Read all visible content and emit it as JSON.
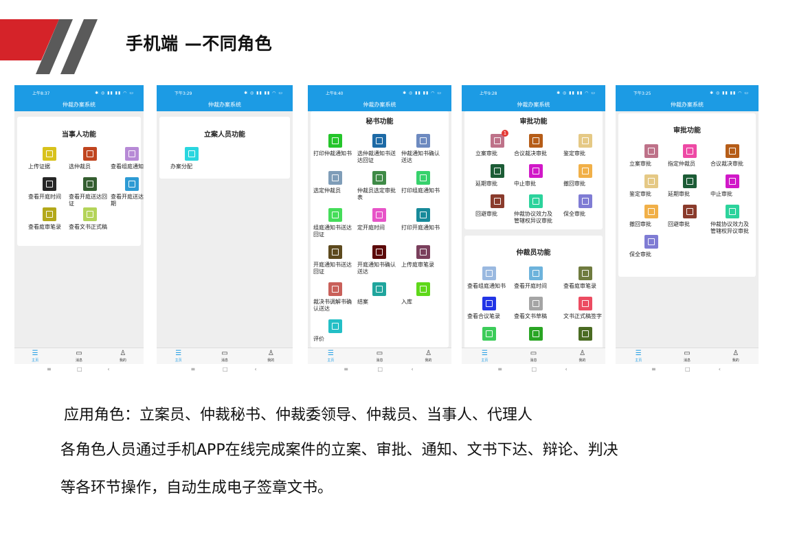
{
  "slide": {
    "title": "手机端 —不同角色",
    "line1": "应用角色：立案员、仲裁秘书、仲裁委领导、仲裁员、当事人、代理人",
    "line2": "各角色人员通过手机APP在线完成案件的立案、审批、通知、文书下达、辩论、判决",
    "line3": "等各环节操作，自动生成电子签章文书。"
  },
  "colors": {
    "brand_blue": "#1c9be4",
    "deco_red": "#d52329",
    "deco_gray": "#5a5a5a"
  },
  "tabbar_labels": [
    "主页",
    "消息",
    "我的"
  ],
  "phones": [
    {
      "time": "上午8:37",
      "app_title": "仲裁办案系统",
      "sections": [
        {
          "title": "当事人功能",
          "items": [
            {
              "label": "上传证据",
              "color": "#d8c21c",
              "icon": "upload-icon"
            },
            {
              "label": "选仲裁员",
              "color": "#c0451f",
              "icon": "user-icon"
            },
            {
              "label": "查看组庭通知书",
              "color": "#b78ad6",
              "icon": "document-icon"
            },
            {
              "label": "查看开庭时间",
              "color": "#262626",
              "icon": "clock-icon"
            },
            {
              "label": "查看开庭送达回证",
              "color": "#355e31",
              "icon": "document-icon"
            },
            {
              "label": "查看开庭送达日期",
              "color": "#2e9bd4",
              "icon": "calendar-icon"
            },
            {
              "label": "查看庭审笔录",
              "color": "#b3a81a",
              "icon": "edit-icon"
            },
            {
              "label": "查看文书正式稿",
              "color": "#b4d45a",
              "icon": "document-icon"
            }
          ]
        }
      ]
    },
    {
      "time": "下午3:29",
      "app_title": "仲裁办案系统",
      "sections": [
        {
          "title": "立案人员功能",
          "items": [
            {
              "label": "办案分配",
              "color": "#2ad6df",
              "icon": "edit-icon"
            }
          ]
        }
      ]
    },
    {
      "time": "上午8:40",
      "app_title": "仲裁办案系统",
      "sections": [
        {
          "title": "秘书功能",
          "items": [
            {
              "label": "打印仲裁通知书",
              "color": "#24c52a",
              "icon": "printer-icon"
            },
            {
              "label": "选仲裁通知书送达回证",
              "color": "#1d6aa6",
              "icon": "mail-icon"
            },
            {
              "label": "仲裁通知书确认送达",
              "color": "#6d8ac0",
              "icon": "document-icon"
            },
            {
              "label": "选定仲裁员",
              "color": "#7f9db8",
              "icon": "user-icon"
            },
            {
              "label": "仲裁员选定审批表",
              "color": "#3f8b47",
              "icon": "edit-icon"
            },
            {
              "label": "打印组庭通知书",
              "color": "#37d26c",
              "icon": "printer-icon"
            },
            {
              "label": "组庭通知书送达回证",
              "color": "#45dd5a",
              "icon": "mail-icon"
            },
            {
              "label": "定开庭时间",
              "color": "#e754c8",
              "icon": "clock-icon"
            },
            {
              "label": "打印开庭通知书",
              "color": "#178a9a",
              "icon": "printer-icon"
            },
            {
              "label": "开庭通知书送达回证",
              "color": "#5d4a1e",
              "icon": "mail-icon"
            },
            {
              "label": "开庭通知书确认送达",
              "color": "#5c0a0a",
              "icon": "document-icon"
            },
            {
              "label": "上传庭审笔录",
              "color": "#7a3f5c",
              "icon": "upload-icon"
            },
            {
              "label": "裁决书调解书确认送达",
              "color": "#c9605a",
              "icon": "document-icon"
            },
            {
              "label": "结案",
              "color": "#1fa59d",
              "icon": "gavel-icon"
            },
            {
              "label": "入库",
              "color": "#5fd81a",
              "icon": "archive-icon"
            },
            {
              "label": "评价",
              "color": "#23bfc6",
              "icon": "bank-icon"
            }
          ]
        }
      ]
    },
    {
      "time": "上午9:28",
      "app_title": "仲裁办案系统",
      "sections": [
        {
          "title": "审批功能",
          "items": [
            {
              "label": "立案审批",
              "color": "#be7289",
              "icon": "stamp-icon",
              "badge": "1"
            },
            {
              "label": "合议裁决审批",
              "color": "#b65d18",
              "icon": "gavel-icon"
            },
            {
              "label": "鉴定审批",
              "color": "#e5c985",
              "icon": "stamp-icon"
            },
            {
              "label": "延期审批",
              "color": "#1c5c36",
              "icon": "stamp-icon"
            },
            {
              "label": "中止审批",
              "color": "#d118c8",
              "icon": "stamp-icon"
            },
            {
              "label": "撤回审批",
              "color": "#f1b048",
              "icon": "stamp-icon"
            },
            {
              "label": "回避审批",
              "color": "#8a3b2c",
              "icon": "stamp-icon"
            },
            {
              "label": "仲裁协议效力及管辖权异议审批",
              "color": "#2cd39c",
              "icon": "stamp-icon"
            },
            {
              "label": "保全审批",
              "color": "#7f7cd4",
              "icon": "stamp-icon"
            }
          ]
        },
        {
          "title": "仲裁员功能",
          "items": [
            {
              "label": "查看组庭通知书",
              "color": "#9ab9e0",
              "icon": "document-icon"
            },
            {
              "label": "查看开庭时间",
              "color": "#6db3dc",
              "icon": "clock-icon"
            },
            {
              "label": "查看庭审笔录",
              "color": "#6f7b3f",
              "icon": "edit-icon"
            },
            {
              "label": "查看合议笔录",
              "color": "#2235e6",
              "icon": "edit-icon"
            },
            {
              "label": "查看文书草稿",
              "color": "#a5a5a5",
              "icon": "document-icon"
            },
            {
              "label": "文书正式稿签字",
              "color": "#ec4c61",
              "icon": "edit-icon"
            },
            {
              "label": "",
              "color": "#3ccc5a",
              "icon": "document-icon"
            },
            {
              "label": "",
              "color": "#2aa524",
              "icon": "bank-icon"
            },
            {
              "label": "",
              "color": "#4a6b22",
              "icon": "search-icon"
            }
          ]
        }
      ]
    },
    {
      "time": "下午3:25",
      "app_title": "仲裁办案系统",
      "sections": [
        {
          "title": "审批功能",
          "items": [
            {
              "label": "立案审批",
              "color": "#be7289",
              "icon": "stamp-icon"
            },
            {
              "label": "指定仲裁员",
              "color": "#ee4aa5",
              "icon": "user-icon"
            },
            {
              "label": "合议裁决审批",
              "color": "#b65d18",
              "icon": "gavel-icon"
            },
            {
              "label": "鉴定审批",
              "color": "#e5c985",
              "icon": "stamp-icon"
            },
            {
              "label": "延期审批",
              "color": "#1c5c36",
              "icon": "stamp-icon"
            },
            {
              "label": "中止审批",
              "color": "#d118c8",
              "icon": "stamp-icon"
            },
            {
              "label": "撤回审批",
              "color": "#f1b048",
              "icon": "stamp-icon"
            },
            {
              "label": "回避审批",
              "color": "#8a3b2c",
              "icon": "stamp-icon"
            },
            {
              "label": "仲裁协议效力及管辖权异议审批",
              "color": "#2cd39c",
              "icon": "stamp-icon"
            },
            {
              "label": "保全审批",
              "color": "#7f7cd4",
              "icon": "stamp-icon"
            }
          ]
        }
      ]
    }
  ]
}
